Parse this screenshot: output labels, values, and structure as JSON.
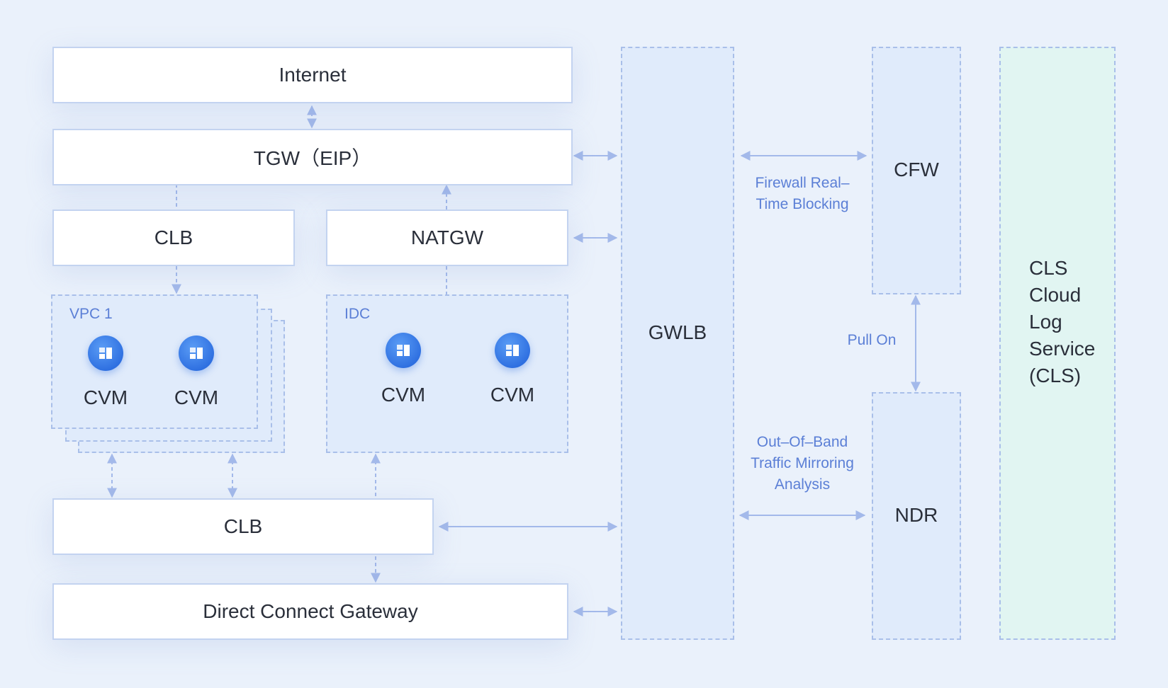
{
  "nodes": {
    "internet": "Internet",
    "tgw": "TGW（EIP）",
    "clb_top": "CLB",
    "natgw": "NATGW",
    "clb_bottom": "CLB",
    "dcg": "Direct Connect Gateway",
    "gwlb": "GWLB",
    "cfw": "CFW",
    "ndr": "NDR",
    "cls_lines": [
      "CLS",
      "Cloud",
      "Log",
      "Service",
      "(CLS)"
    ]
  },
  "groups": {
    "vpc": {
      "label": "VPC 1",
      "instances": [
        "CVM",
        "CVM"
      ]
    },
    "idc": {
      "label": "IDC",
      "instances": [
        "CVM",
        "CVM"
      ]
    }
  },
  "edge_labels": {
    "firewall": "Firewall Real–Time Blocking",
    "pull_on": "Pull On",
    "mirroring": "Out–Of–Band Traffic Mirroring Analysis"
  },
  "colors": {
    "background": "#eaf1fb",
    "line": "#a3b9ea",
    "accent_text": "#5b7fd6",
    "cls_fill": "#e1f5f2",
    "icon": "#2d6ee0"
  },
  "icons": {
    "cvm": "server-grid-icon"
  }
}
